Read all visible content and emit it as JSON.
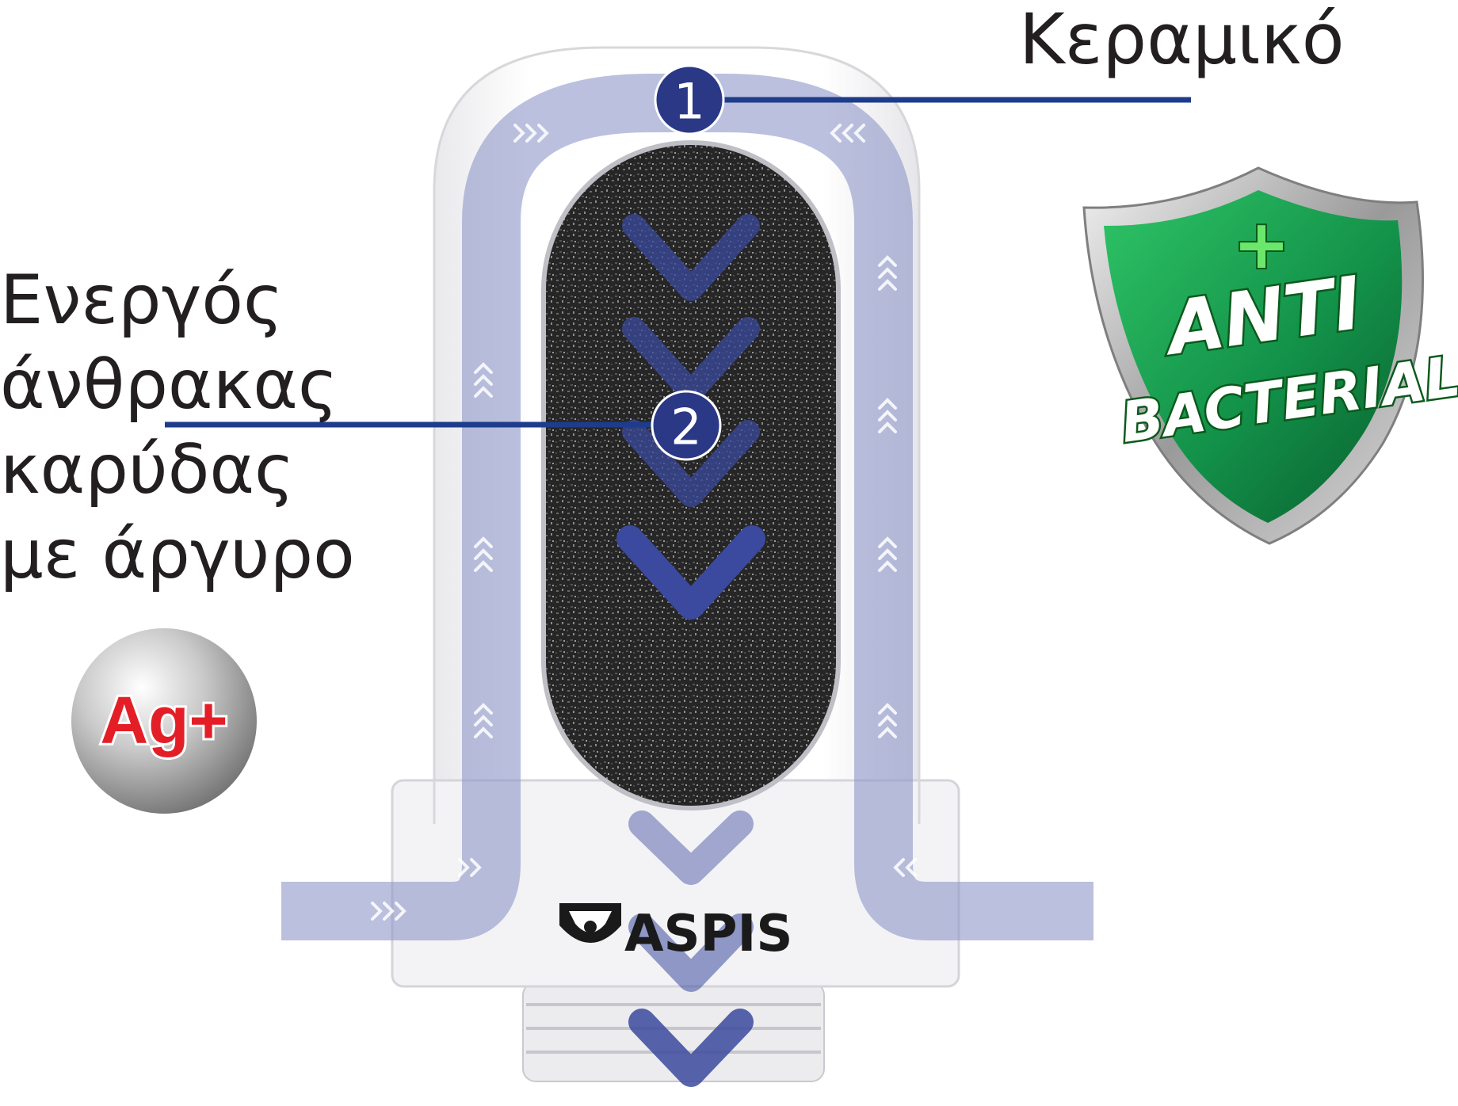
{
  "labels": {
    "ceramic": "Κεραμικό",
    "carbon_lines": [
      "Ενεργός",
      "άνθρακας",
      "καρύδας",
      "με άργυρο"
    ]
  },
  "markers": [
    {
      "number": "1",
      "layer": "ceramic"
    },
    {
      "number": "2",
      "layer": "carbon"
    }
  ],
  "badges": {
    "silver_ion": "Ag+",
    "shield_line1": "ANTI",
    "shield_line2": "BACTERIAL",
    "shield_plus": "+"
  },
  "brand": {
    "name": "ASPIS"
  },
  "colors": {
    "flow_channel": "#8e96c8",
    "marker_fill": "#2a3886",
    "leader_line": "#1e3c8c",
    "chevron": "#3b4a9e",
    "shield_green": "#1e9a4a",
    "silver_red": "#e41e26",
    "text": "#231f20"
  },
  "icons": [
    "filter-cartridge-icon",
    "shield-icon",
    "silver-ball-icon",
    "flow-chevron-icon",
    "brand-logo-icon"
  ]
}
